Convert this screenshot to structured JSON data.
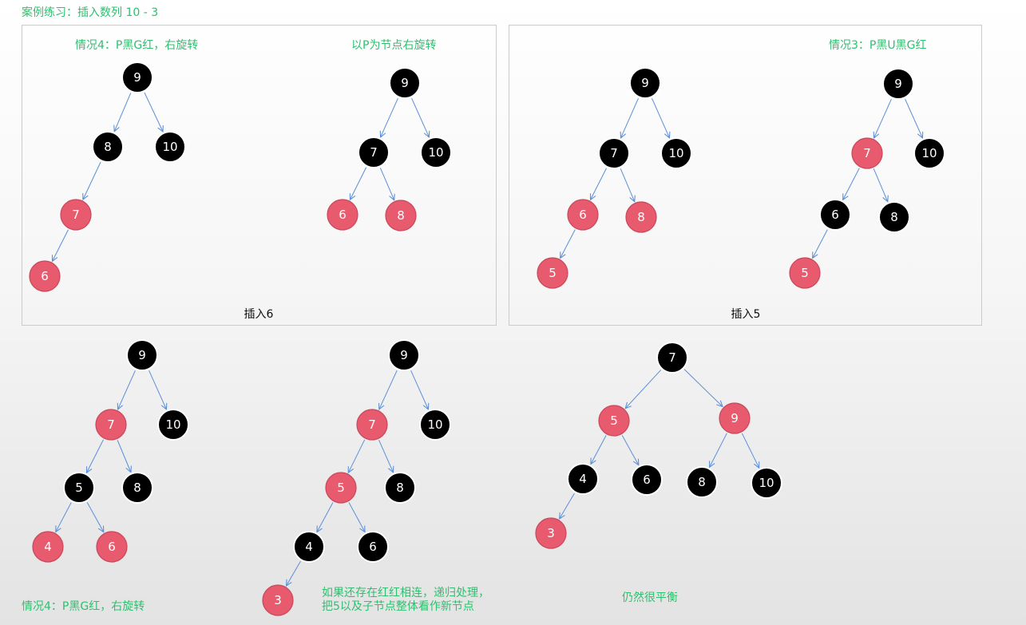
{
  "title": "案例练习：插入数列 10 - 3",
  "panels": [
    {
      "caption": "插入6"
    },
    {
      "caption": "插入5"
    }
  ],
  "notes": {
    "case4_top": "情况4：P黑G红，右旋转",
    "rotate_right_p": "以P为节点右旋转",
    "case3": "情况3：P黑U黑G红",
    "case4_bottom": "情况4：P黑G红，右旋转",
    "recursive_line1": "如果还存在红红相连，递归处理，",
    "recursive_line2": "把5以及子节点整体看作新节点",
    "balanced": "仍然很平衡"
  },
  "colors": {
    "red_node": "#e85a6d",
    "black_node": "#000000",
    "edge": "#5b8fd8",
    "panel_border": "#f4b8c4",
    "note_green": "#2fbf6f"
  },
  "trees": [
    {
      "name": "tree-insert6-before",
      "nodes": [
        {
          "v": "9",
          "c": "black"
        },
        {
          "v": "8",
          "c": "black"
        },
        {
          "v": "10",
          "c": "black"
        },
        {
          "v": "7",
          "c": "red"
        },
        {
          "v": "6",
          "c": "red"
        }
      ]
    },
    {
      "name": "tree-insert6-after",
      "nodes": [
        {
          "v": "9",
          "c": "black"
        },
        {
          "v": "7",
          "c": "black"
        },
        {
          "v": "10",
          "c": "black"
        },
        {
          "v": "6",
          "c": "red"
        },
        {
          "v": "8",
          "c": "red"
        }
      ]
    },
    {
      "name": "tree-insert5-before",
      "nodes": [
        {
          "v": "9",
          "c": "black"
        },
        {
          "v": "7",
          "c": "black"
        },
        {
          "v": "10",
          "c": "black"
        },
        {
          "v": "6",
          "c": "red"
        },
        {
          "v": "8",
          "c": "red"
        },
        {
          "v": "5",
          "c": "red"
        }
      ]
    },
    {
      "name": "tree-insert5-after",
      "nodes": [
        {
          "v": "9",
          "c": "black"
        },
        {
          "v": "7",
          "c": "red"
        },
        {
          "v": "10",
          "c": "black"
        },
        {
          "v": "6",
          "c": "black"
        },
        {
          "v": "8",
          "c": "black"
        },
        {
          "v": "5",
          "c": "red"
        }
      ]
    },
    {
      "name": "tree-insert4",
      "nodes": [
        {
          "v": "9",
          "c": "black"
        },
        {
          "v": "7",
          "c": "red"
        },
        {
          "v": "10",
          "c": "black"
        },
        {
          "v": "5",
          "c": "black"
        },
        {
          "v": "8",
          "c": "black"
        },
        {
          "v": "4",
          "c": "red"
        },
        {
          "v": "6",
          "c": "red"
        }
      ]
    },
    {
      "name": "tree-insert3-before",
      "nodes": [
        {
          "v": "9",
          "c": "black"
        },
        {
          "v": "7",
          "c": "red"
        },
        {
          "v": "10",
          "c": "black"
        },
        {
          "v": "5",
          "c": "red"
        },
        {
          "v": "8",
          "c": "black"
        },
        {
          "v": "4",
          "c": "black"
        },
        {
          "v": "6",
          "c": "black"
        },
        {
          "v": "3",
          "c": "red"
        }
      ]
    },
    {
      "name": "tree-insert3-after",
      "nodes": [
        {
          "v": "7",
          "c": "black"
        },
        {
          "v": "5",
          "c": "red"
        },
        {
          "v": "9",
          "c": "red"
        },
        {
          "v": "4",
          "c": "black"
        },
        {
          "v": "6",
          "c": "black"
        },
        {
          "v": "8",
          "c": "black"
        },
        {
          "v": "10",
          "c": "black"
        },
        {
          "v": "3",
          "c": "red"
        }
      ]
    }
  ]
}
